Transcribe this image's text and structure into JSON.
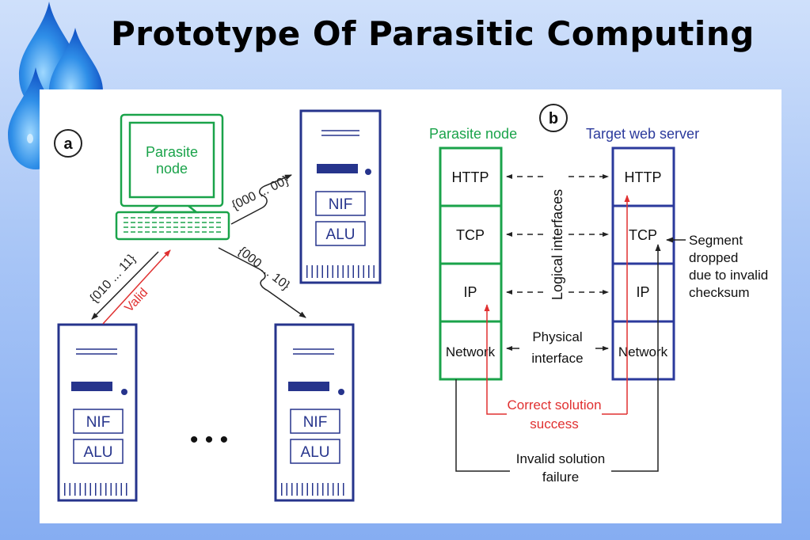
{
  "slide": {
    "title": "Prototype Of Parasitic Computing"
  },
  "colors": {
    "parasite_green": "#1aa34a",
    "server_navy": "#26348c",
    "valid_red": "#e03030",
    "label_blue": "#2b3a9c"
  },
  "panel_a": {
    "badge": "a",
    "parasite_label_line1": "Parasite",
    "parasite_label_line2": "node",
    "message_top_right": "{000 ... 00}",
    "message_bottom_right": "{000 ... 10}",
    "message_left": "{010 ... 11}",
    "valid_label": "Valid",
    "servers": [
      {
        "nif": "NIF",
        "alu": "ALU"
      },
      {
        "nif": "NIF",
        "alu": "ALU"
      },
      {
        "nif": "NIF",
        "alu": "ALU"
      }
    ],
    "ellipsis": "• • •"
  },
  "panel_b": {
    "badge": "b",
    "parasite_header": "Parasite node",
    "target_header": "Target web server",
    "layers": [
      "HTTP",
      "TCP",
      "IP",
      "Network"
    ],
    "logical_interfaces": "Logical interfaces",
    "physical_line1": "Physical",
    "physical_line2": "interface",
    "segment_note": [
      "Segment",
      "dropped",
      "due to invalid",
      "checksum"
    ],
    "correct_line1": "Correct solution",
    "correct_line2": "success",
    "invalid_line1": "Invalid solution",
    "invalid_line2": "failure"
  }
}
